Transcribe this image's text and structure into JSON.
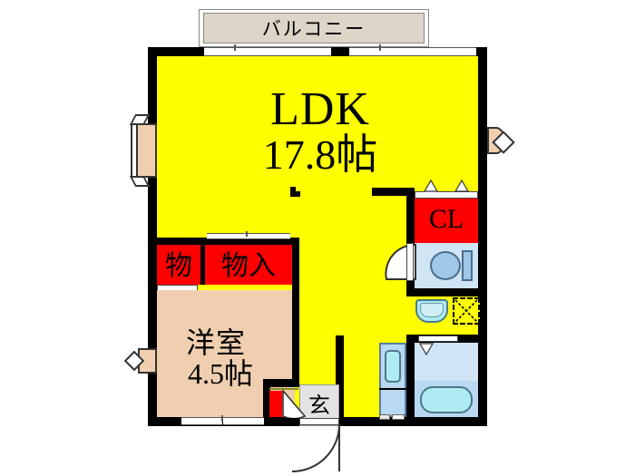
{
  "document": {
    "type": "floor-plan",
    "language": "ja",
    "title": "間取図",
    "background_color": "#ffffff"
  },
  "palette": {
    "ldk_fill": "#ffff00",
    "room_fill": "#f0cfb0",
    "balcony_fill": "#ddd5c8",
    "storage_fill": "#ff0000",
    "water_fill": "#cfe4f5",
    "tub_fill": "#aeeaf2",
    "wall": "#000000",
    "text": "#000000"
  },
  "rooms": {
    "balcony": {
      "name": "balcony",
      "label": "バルコニー"
    },
    "ldk": {
      "name": "living-dining-kitchen",
      "label": "LDK",
      "size": "17.8帖"
    },
    "western_room": {
      "name": "western-style-room",
      "label": "洋室",
      "size": "4.5帖"
    },
    "entrance": {
      "name": "entrance",
      "label": "玄"
    }
  },
  "storage": {
    "closet_small": {
      "label": "物"
    },
    "closet_large": {
      "label": "物入"
    },
    "closet_cl": {
      "label": "CL"
    }
  },
  "fixtures": {
    "toilet": "toilet-fixture",
    "washbasin": "washbasin-fixture",
    "washer_space": "washing-machine-space",
    "bathtub": "bathtub-fixture",
    "kitchen_sink": "kitchen-sink-fixture",
    "bay_window": "bay-window",
    "pillar": "structural-pillar"
  }
}
